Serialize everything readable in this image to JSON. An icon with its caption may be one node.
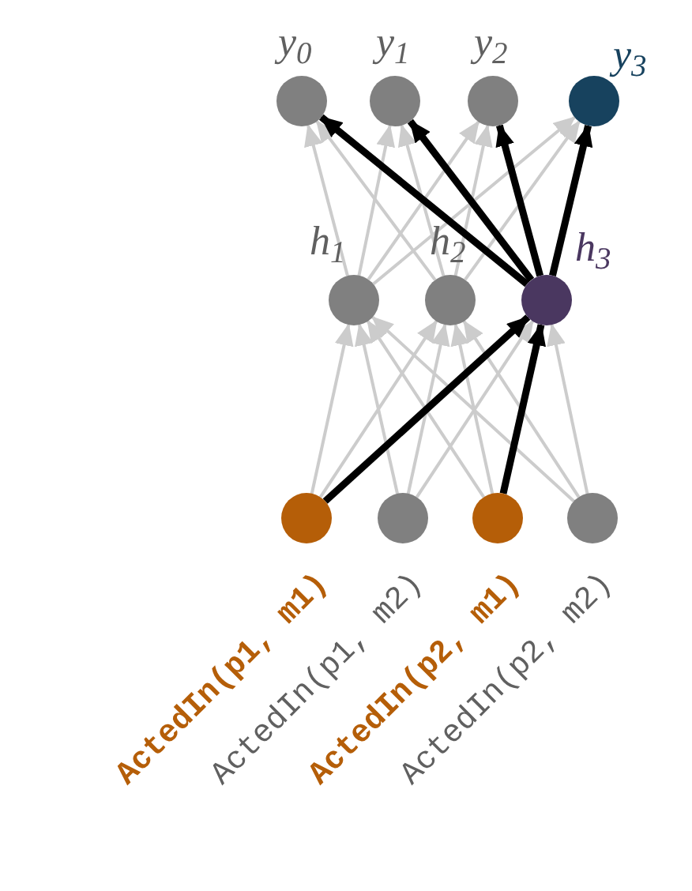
{
  "diagram": {
    "nodes": [
      {
        "text": [],
        "shape": "circle",
        "beside": [
          "y$_{0}$"
        ]
      },
      {
        "text": [],
        "shape": "circle",
        "beside": [
          "y$_{1}$"
        ]
      },
      {
        "text": [],
        "shape": "circle",
        "beside": [
          "y$_{2}$"
        ]
      },
      {
        "text": [],
        "shape": "circle",
        "beside": [
          "y$_{3}$"
        ]
      },
      {
        "text": [],
        "shape": "circle",
        "beside": [
          "h$_{1}$"
        ]
      },
      {
        "text": [],
        "shape": "circle",
        "beside": [
          "h$_{2}$"
        ]
      },
      {
        "text": [],
        "shape": "circle",
        "beside": [
          "h$_{3}$"
        ]
      },
      {
        "text": [],
        "shape": "circle",
        "beside": [
          "ActedIn(p1, m1)"
        ]
      },
      {
        "text": [],
        "shape": "circle",
        "beside": [
          "ActedIn(p1, m2)"
        ]
      },
      {
        "text": [],
        "shape": "circle",
        "beside": [
          "ActedIn(p2, m1)"
        ]
      },
      {
        "text": [],
        "shape": "circle",
        "beside": [
          "ActedIn(p2, m2)"
        ]
      }
    ],
    "edges": [
      {
        "from": 7,
        "to": 4,
        "arrow": "to"
      },
      {
        "from": 7,
        "to": 5,
        "arrow": "to"
      },
      {
        "from": 7,
        "to": 6,
        "arrow": "to",
        "style": "thick",
        "color": "#000000"
      },
      {
        "from": 8,
        "to": 4,
        "arrow": "to"
      },
      {
        "from": 8,
        "to": 5,
        "arrow": "to"
      },
      {
        "from": 8,
        "to": 6,
        "arrow": "to"
      },
      {
        "from": 9,
        "to": 4,
        "arrow": "to"
      },
      {
        "from": 9,
        "to": 5,
        "arrow": "to"
      },
      {
        "from": 9,
        "to": 6,
        "arrow": "to",
        "style": "thick",
        "color": "#000000"
      },
      {
        "from": 10,
        "to": 4,
        "arrow": "to"
      },
      {
        "from": 10,
        "to": 5,
        "arrow": "to"
      },
      {
        "from": 10,
        "to": 6,
        "arrow": "to"
      },
      {
        "from": 4,
        "to": 0,
        "arrow": "to"
      },
      {
        "from": 4,
        "to": 1,
        "arrow": "to"
      },
      {
        "from": 4,
        "to": 2,
        "arrow": "to"
      },
      {
        "from": 4,
        "to": 3,
        "arrow": "to"
      },
      {
        "from": 5,
        "to": 0,
        "arrow": "to"
      },
      {
        "from": 5,
        "to": 1,
        "arrow": "to"
      },
      {
        "from": 5,
        "to": 2,
        "arrow": "to"
      },
      {
        "from": 5,
        "to": 3,
        "arrow": "to"
      },
      {
        "from": 6,
        "to": 0,
        "arrow": "to",
        "style": "thick",
        "color": "#000000"
      },
      {
        "from": 6,
        "to": 1,
        "arrow": "to",
        "style": "thick",
        "color": "#000000"
      },
      {
        "from": 6,
        "to": 2,
        "arrow": "to",
        "style": "thick",
        "color": "#000000"
      },
      {
        "from": 6,
        "to": 3,
        "arrow": "to",
        "style": "thick",
        "color": "#000000"
      }
    ]
  }
}
